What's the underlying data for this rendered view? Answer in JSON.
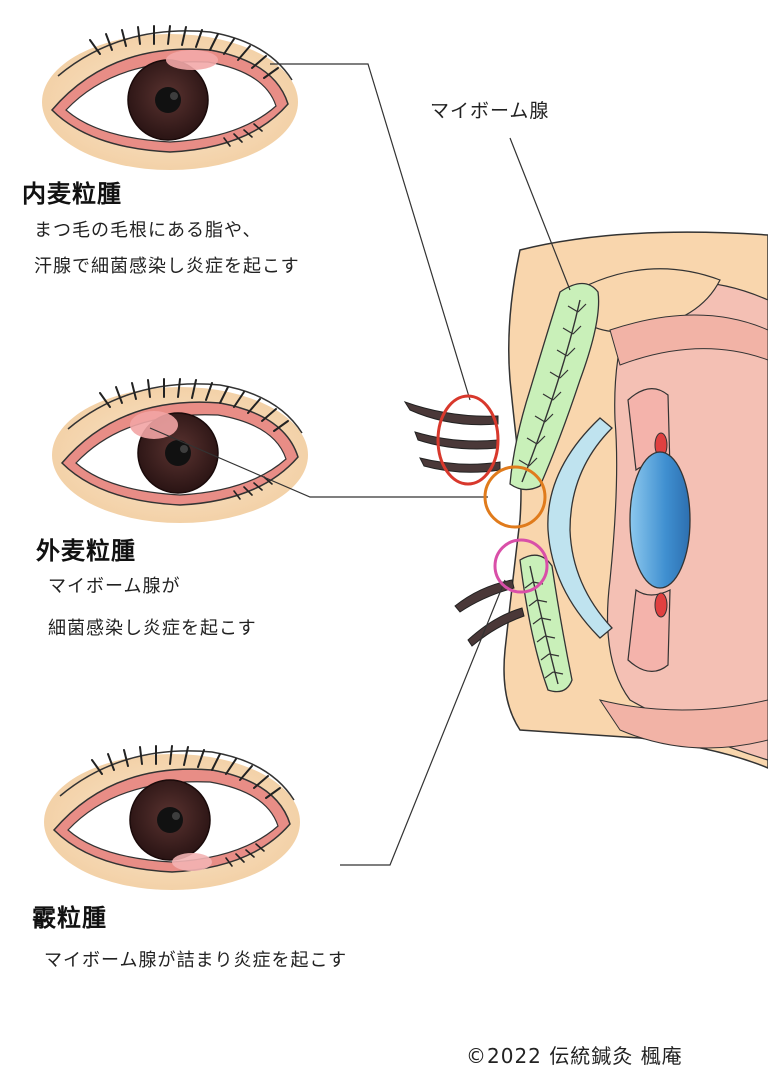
{
  "meibomian_label": "マイボーム腺",
  "conditions": [
    {
      "title": "内麦粒腫",
      "lines": [
        "まつ毛の毛根にある脂や、",
        "汗腺で細菌感染し炎症を起こす"
      ],
      "marker_color": "#d8382c"
    },
    {
      "title": "外麦粒腫",
      "lines": [
        "マイボーム腺が",
        "細菌感染し炎症を起こす"
      ],
      "marker_color": "#e07b1c"
    },
    {
      "title": "霰粒腫",
      "lines": [
        "マイボーム腺が詰まり炎症を起こす"
      ],
      "marker_color": "#d94fa8"
    }
  ],
  "copyright": "©2022  伝統鍼灸  楓庵",
  "colors": {
    "skin": "#f7d9b3",
    "lid_pink": "#f0b7b2",
    "lid_red": "#d65a55",
    "sclera": "#ffffff",
    "iris": "#3a1e1c",
    "gland_green": "#c9f0b9",
    "cornea_blue": "#bfe3ef",
    "lens_blue": "#5aa8dd"
  },
  "icons": [
    "eye-illustration-icon",
    "eyelid-cross-section-icon"
  ]
}
